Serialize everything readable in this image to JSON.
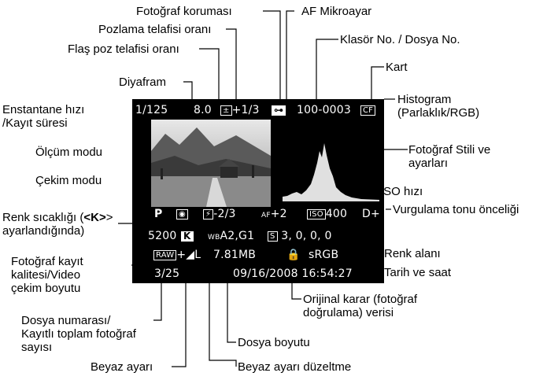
{
  "labels": {
    "photo_protect": "Fotoğraf koruması",
    "af_micro": "AF Mikroayar",
    "exposure_comp": "Pozlama telafisi oranı",
    "folder_file": "Klasör No. / Dosya No.",
    "flash_comp": "Flaş poz telafisi oranı",
    "card": "Kart",
    "aperture": "Diyafram",
    "shutter_1": "Enstantane hızı",
    "shutter_2": "/Kayıt süresi",
    "histogram_1": "Histogram",
    "histogram_2": "(Parlaklık/RGB)",
    "metering": "Ölçüm modu",
    "picture_style_1": "Fotoğraf Stili ve",
    "picture_style_2": "ayarları",
    "shooting_mode": "Çekim modu",
    "iso": "ISO hızı",
    "highlight_tone": "Vurgulama tonu önceliği",
    "color_temp_1a": "Renk sıcaklığı (",
    "color_temp_1b": "<K>",
    "color_temp_2": "ayarlandığında)",
    "color_space": "Renk alanı",
    "quality_1": "Fotoğraf kayıt",
    "quality_2": "kalitesi/Video",
    "quality_3": "çekim boyutu",
    "date_time": "Tarih ve saat",
    "original_1": "Orijinal karar (fotoğraf",
    "original_2": "doğrulama) verisi",
    "file_number_1": "Dosya numarası/",
    "file_number_2": "Kayıtlı toplam fotoğraf",
    "file_number_3": "sayısı",
    "file_size": "Dosya boyutu",
    "white_balance": "Beyaz ayarı",
    "wb_correction": "Beyaz ayarı düzeltme"
  },
  "screen": {
    "shutter": "1/125",
    "aperture": "8.0",
    "exp_comp_icon": "±",
    "exp_comp_value": "+1/3",
    "protect_icon": "⊶",
    "folder_file": "100-0003",
    "card": "CF",
    "mode": "P",
    "metering_icon": "◉",
    "flash_comp_icon": "⚡",
    "flash_comp": "-2/3",
    "af_micro_icon": "AF",
    "af_micro": "+2",
    "iso_icon": "ISO",
    "iso": "400",
    "highlight": "D+",
    "color_temp": "5200",
    "k_icon": "K",
    "wb_icon": "WB",
    "wb_correction": "A2,G1",
    "picture_style_icon": "S",
    "picture_style": "3, 0, 0, 0",
    "raw_icon": "RAW",
    "quality": "+◢L",
    "file_size": "7.81MB",
    "lock_icon": "🔒",
    "color_space": "sRGB",
    "file_number": "3/25",
    "date_time": "09/16/2008 16:54:27"
  }
}
